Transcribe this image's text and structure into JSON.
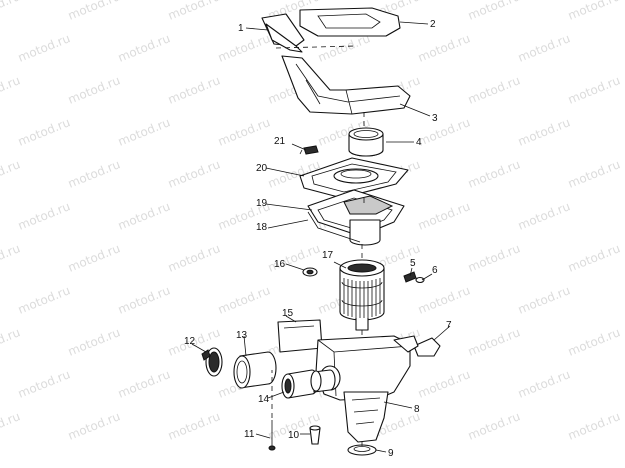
{
  "watermark": {
    "text": "motod.ru"
  },
  "callouts": [
    {
      "id": "p1",
      "label": "1"
    },
    {
      "id": "p2",
      "label": "2"
    },
    {
      "id": "p3",
      "label": "3"
    },
    {
      "id": "p4",
      "label": "4"
    },
    {
      "id": "p5",
      "label": "5"
    },
    {
      "id": "p6",
      "label": "6"
    },
    {
      "id": "p7",
      "label": "7"
    },
    {
      "id": "p8",
      "label": "8"
    },
    {
      "id": "p9",
      "label": "9"
    },
    {
      "id": "p10",
      "label": "10"
    },
    {
      "id": "p11",
      "label": "11"
    },
    {
      "id": "p12",
      "label": "12"
    },
    {
      "id": "p13",
      "label": "13"
    },
    {
      "id": "p14",
      "label": "14"
    },
    {
      "id": "p15",
      "label": "15"
    },
    {
      "id": "p16",
      "label": "16"
    },
    {
      "id": "p17",
      "label": "17"
    },
    {
      "id": "p18",
      "label": "18"
    },
    {
      "id": "p19",
      "label": "19"
    },
    {
      "id": "p20",
      "label": "20"
    },
    {
      "id": "p21",
      "label": "21"
    }
  ]
}
